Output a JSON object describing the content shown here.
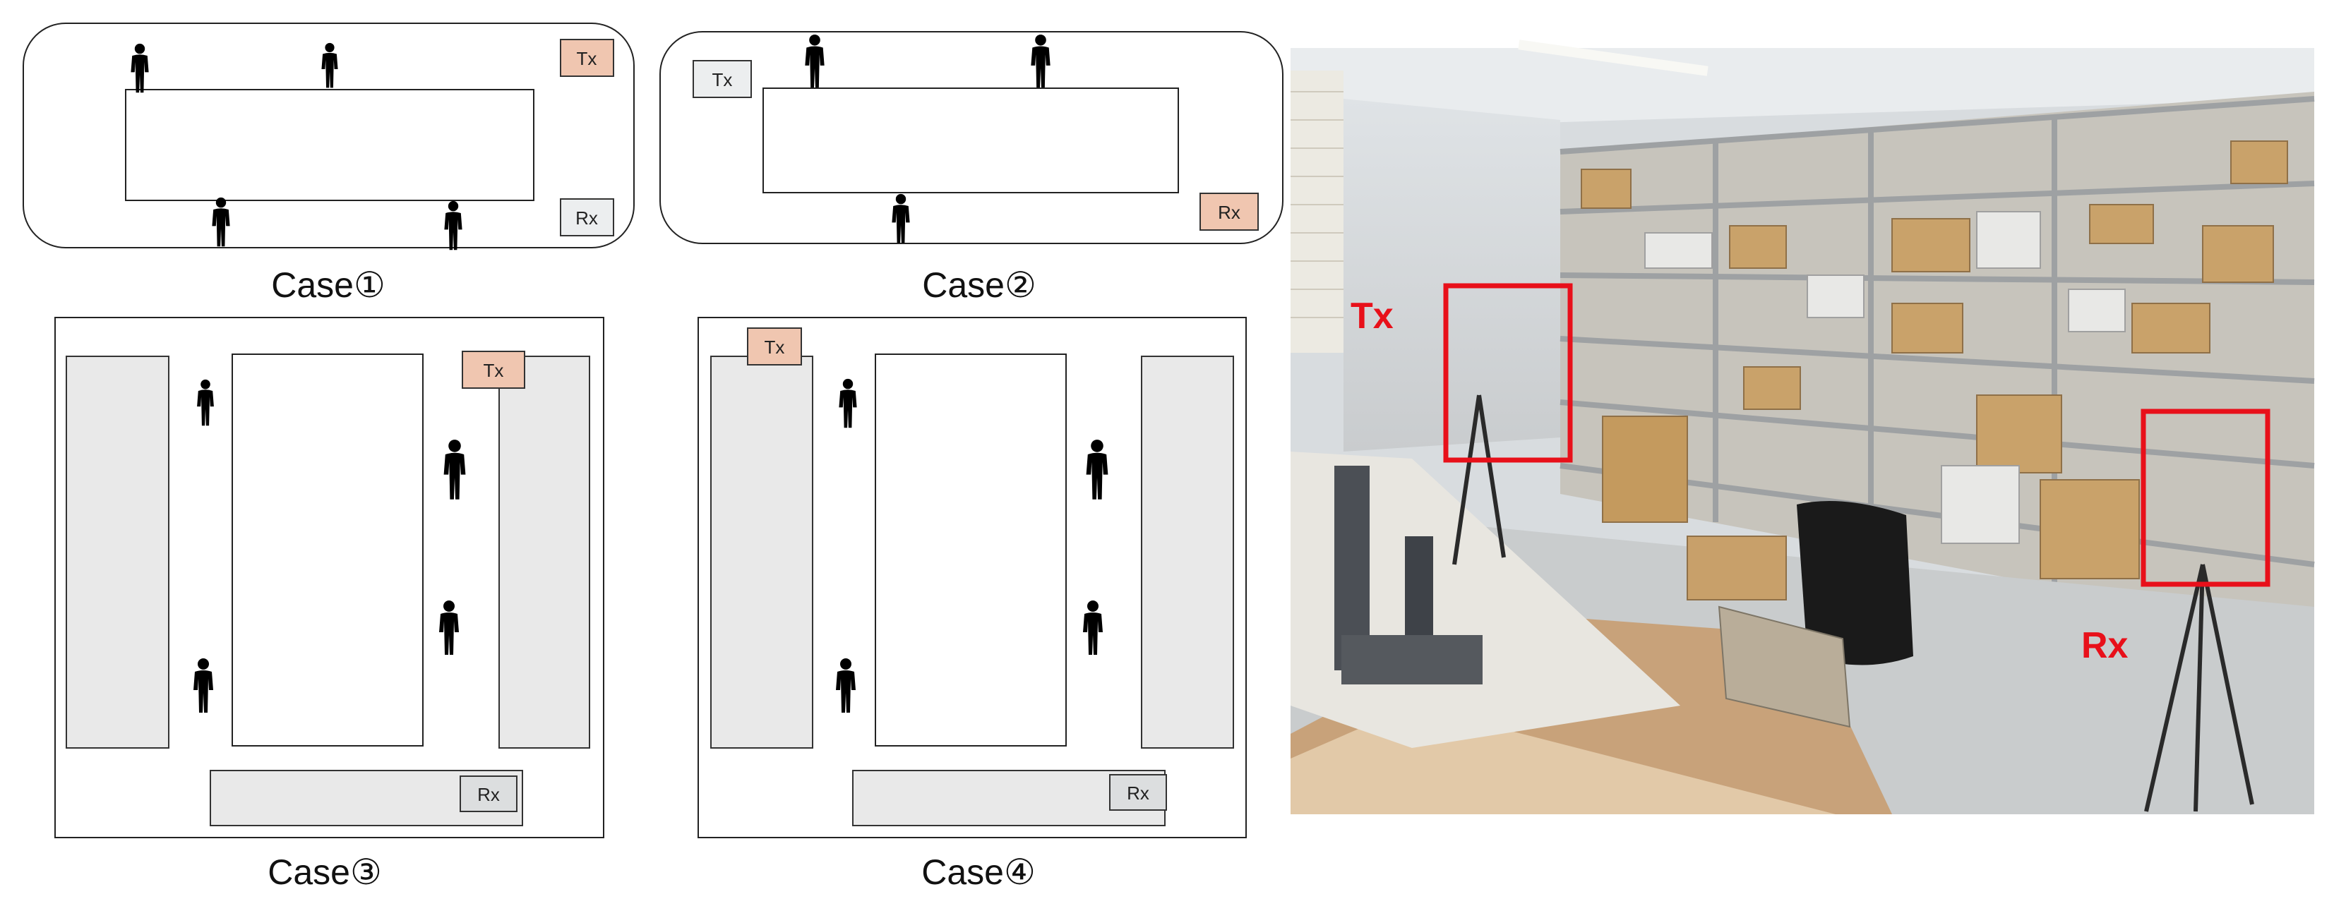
{
  "colors": {
    "tx_fill": "#f0c6b0",
    "rx_fill": "#eceeef",
    "shelf_fill": "#e9e9e9",
    "person": "#000000",
    "highlight": "#e8101a"
  },
  "icons": {
    "person": "person-icon"
  },
  "cases": [
    {
      "caption": "Case①",
      "tx_label": "Tx",
      "rx_label": "Rx"
    },
    {
      "caption": "Case②",
      "tx_label": "Tx",
      "rx_label": "Rx"
    },
    {
      "caption": "Case③",
      "tx_label": "Tx",
      "rx_label": "Rx"
    },
    {
      "caption": "Case④",
      "tx_label": "Tx",
      "rx_label": "Rx"
    }
  ],
  "photo": {
    "tx_label": "Tx",
    "rx_label": "Rx"
  }
}
